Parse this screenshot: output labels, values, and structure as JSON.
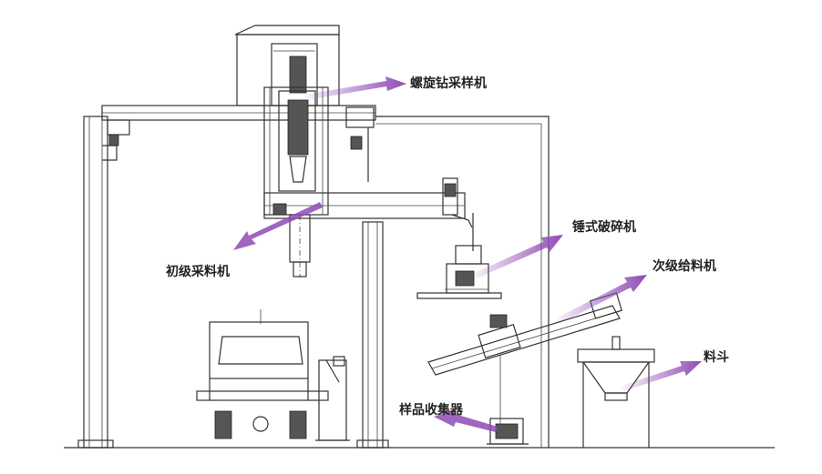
{
  "labels": {
    "spiral_drill_sampler": "螺旋钻采样机",
    "primary_sampler": "初级采料机",
    "hammer_crusher": "锤式破碎机",
    "secondary_feeder": "次级给料机",
    "hopper": "料斗",
    "sample_collector": "样品收集器"
  },
  "colors": {
    "arrow": "#8e4bb4",
    "line": "#333333"
  }
}
